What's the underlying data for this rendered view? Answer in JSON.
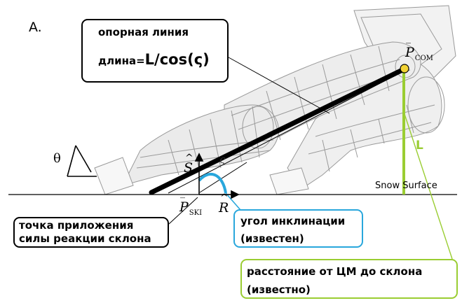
{
  "figure": {
    "label": "A.",
    "theta_symbol": "θ",
    "sigma_symbol": "ς",
    "snow_surface_label": "Snow Surface",
    "l_symbol": "L"
  },
  "vectors": {
    "p_com": {
      "symbol": "P",
      "subscript": "COM"
    },
    "p_ski": {
      "symbol": "P",
      "subscript": "SKI"
    },
    "s_hat": {
      "symbol": "S"
    },
    "r_hat": {
      "symbol": "R"
    }
  },
  "callouts": {
    "support_line": {
      "line1": "опорная линия",
      "length_prefix": "длина=",
      "formula": "L/cos(ς)"
    },
    "application_point": {
      "line1": "точка приложения",
      "line2": "силы реакции склона"
    },
    "inclination_angle": {
      "line1": "угол инклинации",
      "line2": "(известен)"
    },
    "com_distance": {
      "line1": "расстояние от ЦМ до склона",
      "line2": "(известно)"
    }
  },
  "colors": {
    "angle_arc": "#29a7dc",
    "distance_line": "#9acd32",
    "support_line": "#000000",
    "com_point": "#f2d335"
  }
}
